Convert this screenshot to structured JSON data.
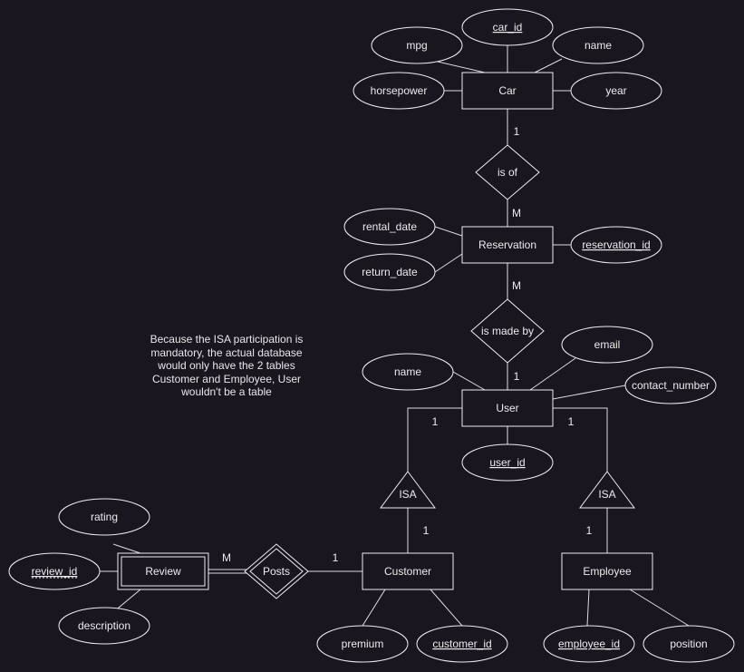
{
  "colors": {
    "background": "#19161f",
    "stroke": "#eeeeee",
    "fill": "#19161f",
    "text": "#ececec"
  },
  "entities": {
    "car": "Car",
    "reservation": "Reservation",
    "user": "User",
    "customer": "Customer",
    "employee": "Employee",
    "review": "Review"
  },
  "relationships": {
    "is_of": "is of",
    "is_made_by": "is made by",
    "posts": "Posts"
  },
  "isa": {
    "customer": "ISA",
    "employee": "ISA"
  },
  "attributes": {
    "car_mpg": "mpg",
    "car_id": "car_id",
    "car_name": "name",
    "car_horsepower": "horsepower",
    "car_year": "year",
    "rental_date": "rental_date",
    "return_date": "return_date",
    "reservation_id": "reservation_id",
    "user_name": "name",
    "user_email": "email",
    "user_contact_number": "contact_number",
    "user_id": "user_id",
    "rating": "rating",
    "review_id": "review_id",
    "description": "description",
    "premium": "premium",
    "customer_id": "customer_id",
    "employee_id": "employee_id",
    "position": "position"
  },
  "cardinalities": {
    "car_is_of": "1",
    "is_of_reservation": "M",
    "reservation_is_made_by": "M",
    "is_made_by_user": "1",
    "user_customer_isa": "1",
    "user_employee_isa": "1",
    "isa_customer": "1",
    "isa_employee": "1",
    "review_posts": "M",
    "posts_customer": "1"
  },
  "note": "Because the ISA participation is mandatory, the actual database would only have the 2 tables Customer and Employee, User wouldn't be a table"
}
